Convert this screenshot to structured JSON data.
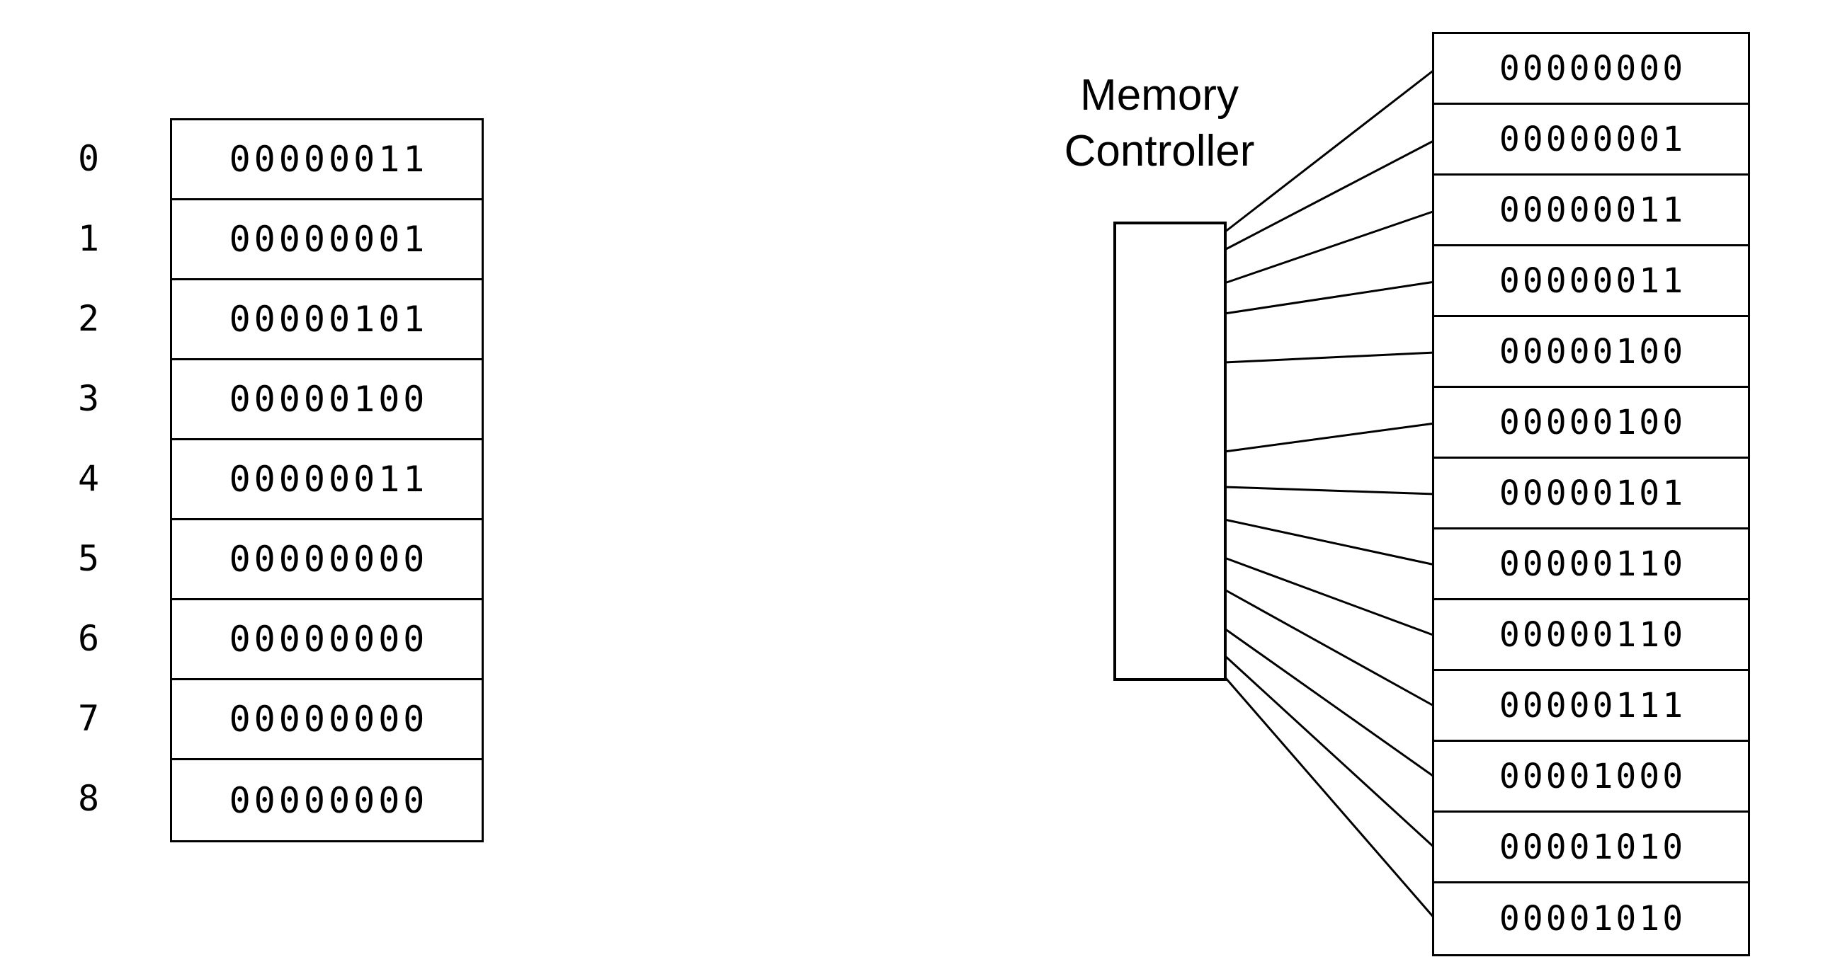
{
  "page": {
    "background": "#ffffff",
    "ink": "#000000"
  },
  "left_memory": {
    "rows": [
      {
        "index": "0",
        "value": "00000011"
      },
      {
        "index": "1",
        "value": "00000001"
      },
      {
        "index": "2",
        "value": "00000101"
      },
      {
        "index": "3",
        "value": "00000100"
      },
      {
        "index": "4",
        "value": "00000011"
      },
      {
        "index": "5",
        "value": "00000000"
      },
      {
        "index": "6",
        "value": "00000000"
      },
      {
        "index": "7",
        "value": "00000000"
      },
      {
        "index": "8",
        "value": "00000000"
      }
    ]
  },
  "controller": {
    "label_line1": "Memory",
    "label_line2": "Controller"
  },
  "right_memory": {
    "rows": [
      "00000000",
      "00000001",
      "00000011",
      "00000011",
      "00000100",
      "00000100",
      "00000101",
      "00000110",
      "00000110",
      "00000111",
      "00001000",
      "00001010",
      "00001010"
    ]
  }
}
